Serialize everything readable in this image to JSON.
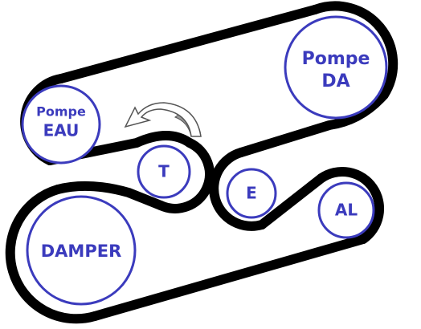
{
  "pulleys": {
    "pompe_eau": {
      "line1": "Pompe",
      "line2": "EAU"
    },
    "pompe_da": {
      "line1": "Pompe",
      "line2": "DA"
    },
    "tensioner": {
      "label": "T"
    },
    "idler": {
      "label": "E"
    },
    "alternator": {
      "label": "AL"
    },
    "damper": {
      "label": "DAMPER"
    }
  },
  "colors": {
    "belt": "#000000",
    "pulley_outline": "#3b3bbd",
    "label": "#3b3bbd",
    "arrow": "#9a9a9a"
  },
  "icons": {
    "rotation_arrow": "curved-arrow-counterclockwise-icon"
  }
}
